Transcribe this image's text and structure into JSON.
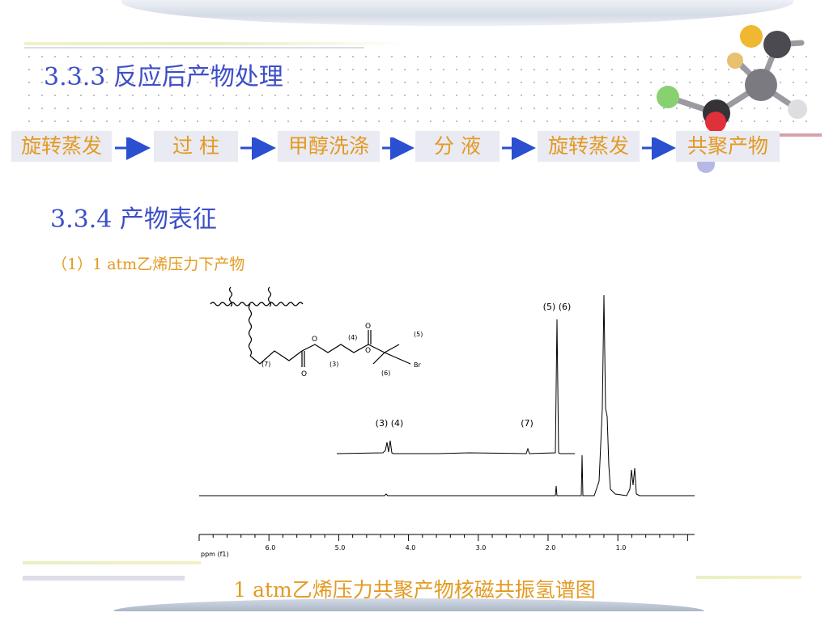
{
  "slide": {
    "section_333": "3.3.3 反应后产物处理",
    "flow_steps": [
      "旋转蒸发",
      "过 柱",
      "甲醇洗涤",
      "分 液",
      "旋转蒸发",
      "共聚产物"
    ],
    "section_334": "3.3.4 产物表征",
    "subsection": "（1）1 atm乙烯压力下产物",
    "caption": "1 atm乙烯压力共聚产物核磁共振氢谱图"
  },
  "structure_labels": {
    "l4": "(4)",
    "l5": "(5)",
    "l7": "(7)",
    "l3": "(3)",
    "l6": "(6)",
    "br": "Br",
    "o": "O"
  },
  "spectrum": {
    "peak_label_56": "(5) (6)",
    "peak_label_34": "(3) (4)",
    "peak_label_7": "(7)",
    "axis_unit": "ppm (f1)",
    "ticks": [
      "6.0",
      "5.0",
      "4.0",
      "3.0",
      "2.0",
      "1.0"
    ]
  },
  "chart_data": {
    "type": "line",
    "xlabel": "ppm (f1)",
    "xlim": [
      7.0,
      -0.1
    ],
    "x_ticks": [
      6.0,
      5.0,
      4.0,
      3.0,
      2.0,
      1.0
    ],
    "series": [
      {
        "peaks_ppm": [
          1.9,
          1.55,
          1.28,
          1.24,
          0.9,
          0.86
        ]
      },
      {
        "peaks_ppm": [
          4.35,
          2.3,
          1.93
        ]
      }
    ],
    "annotations": [
      "(5) (6)",
      "(3) (4)",
      "(7)"
    ]
  },
  "colors": {
    "heading": "#3d4fc7",
    "accent": "#e39a22",
    "arrow": "#2a4fd0"
  }
}
